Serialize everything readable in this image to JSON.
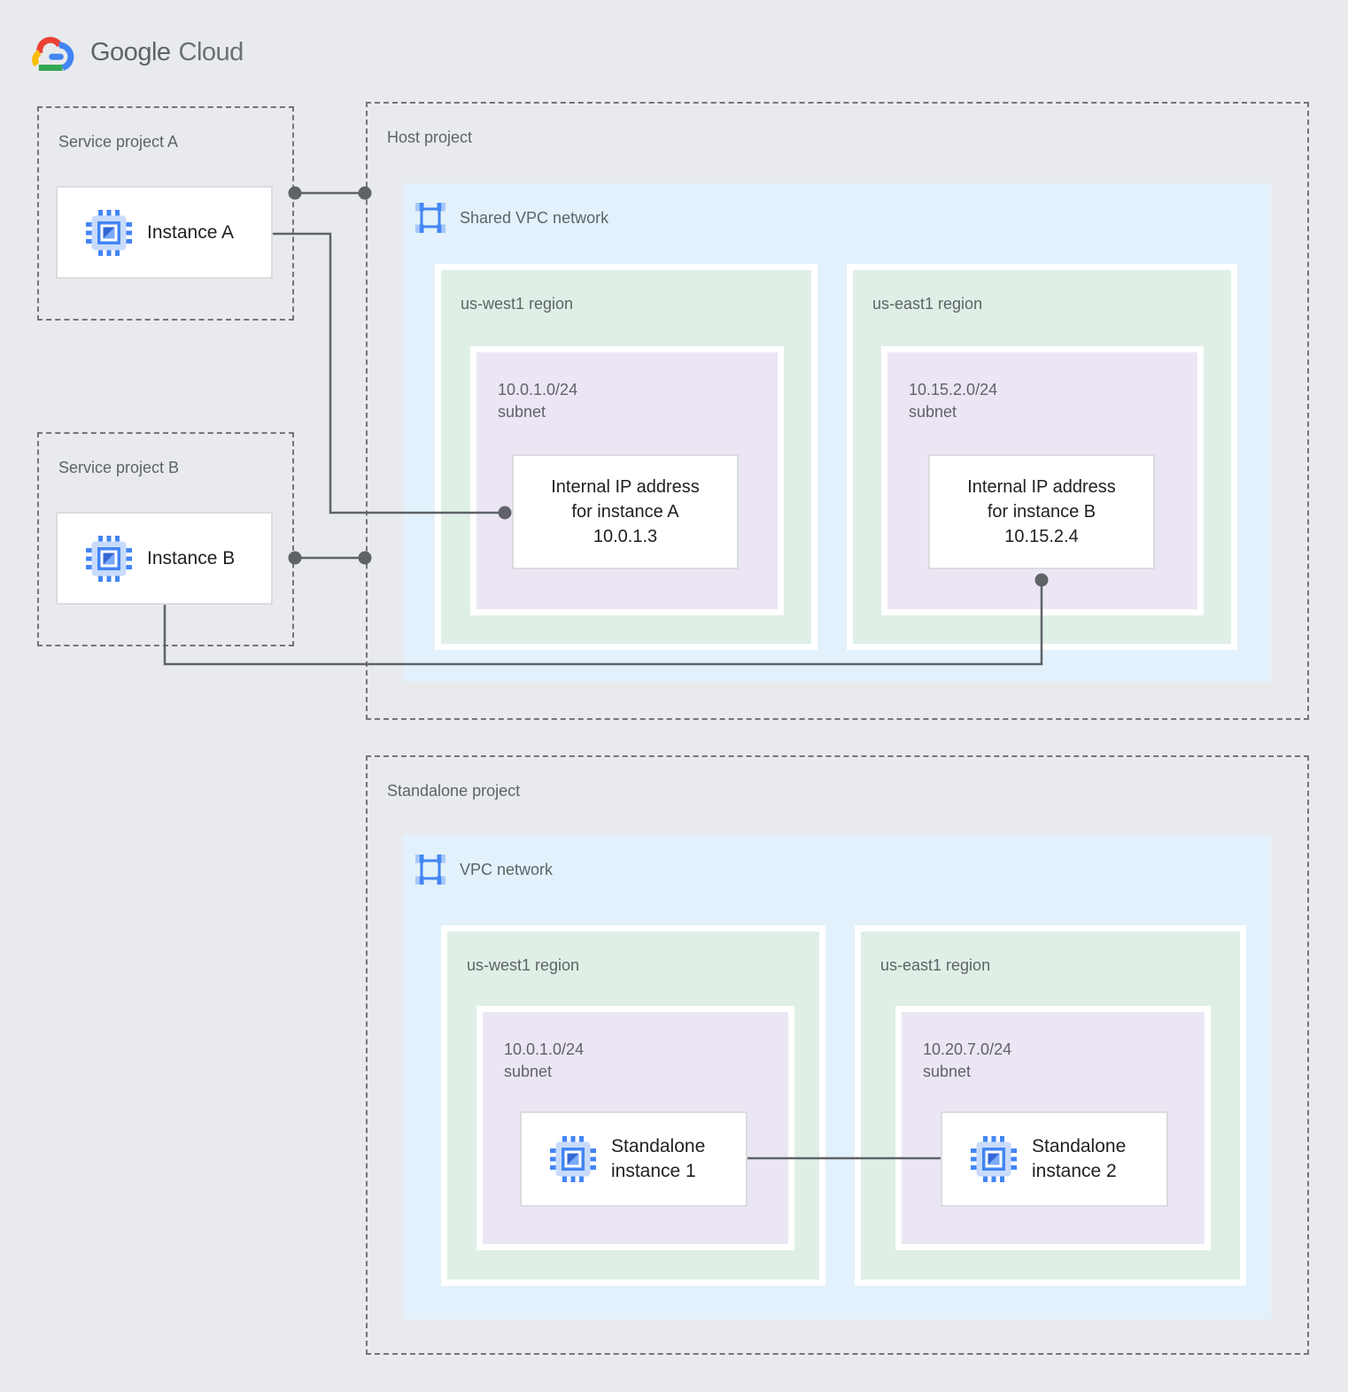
{
  "brand": {
    "google": "Google",
    "cloud": "Cloud"
  },
  "service_project_a": {
    "title": "Service project A",
    "instance": "Instance A"
  },
  "service_project_b": {
    "title": "Service project B",
    "instance": "Instance B"
  },
  "host_project": {
    "title": "Host project",
    "network": "Shared VPC network",
    "regions": [
      {
        "title": "us-west1 region",
        "cidr": "10.0.1.0/24",
        "subnet_label": "subnet",
        "endpoint_lines": [
          "Internal IP address",
          "for instance A",
          "10.0.1.3"
        ]
      },
      {
        "title": "us-east1 region",
        "cidr": "10.15.2.0/24",
        "subnet_label": "subnet",
        "endpoint_lines": [
          "Internal IP address",
          "for instance B",
          "10.15.2.4"
        ]
      }
    ]
  },
  "standalone_project": {
    "title": "Standalone project",
    "network": "VPC network",
    "regions": [
      {
        "title": "us-west1 region",
        "cidr": "10.0.1.0/24",
        "subnet_label": "subnet",
        "instance_lines": [
          "Standalone",
          "instance 1"
        ]
      },
      {
        "title": "us-east1 region",
        "cidr": "10.20.7.0/24",
        "subnet_label": "subnet",
        "instance_lines": [
          "Standalone",
          "instance 2"
        ]
      }
    ]
  },
  "icons": {
    "logo_icon": "google-cloud-logo-icon",
    "instance_icon": "compute-engine-icon",
    "network_icon": "vpc-network-icon"
  },
  "colors": {
    "background": "#E8EAED",
    "network_blue": "#E2F1FB",
    "region_green": "#DFEFE6",
    "subnet_purple": "#ECE6F4",
    "white_box_border": "#DADCE0",
    "dashed_border": "#757575",
    "connector": "#5F6368",
    "label_gray": "#5F6368",
    "text_dark": "#202124",
    "google_blue": "#4285F4",
    "google_red": "#EA4335",
    "google_yellow": "#FBBC04",
    "google_green": "#34A853"
  }
}
